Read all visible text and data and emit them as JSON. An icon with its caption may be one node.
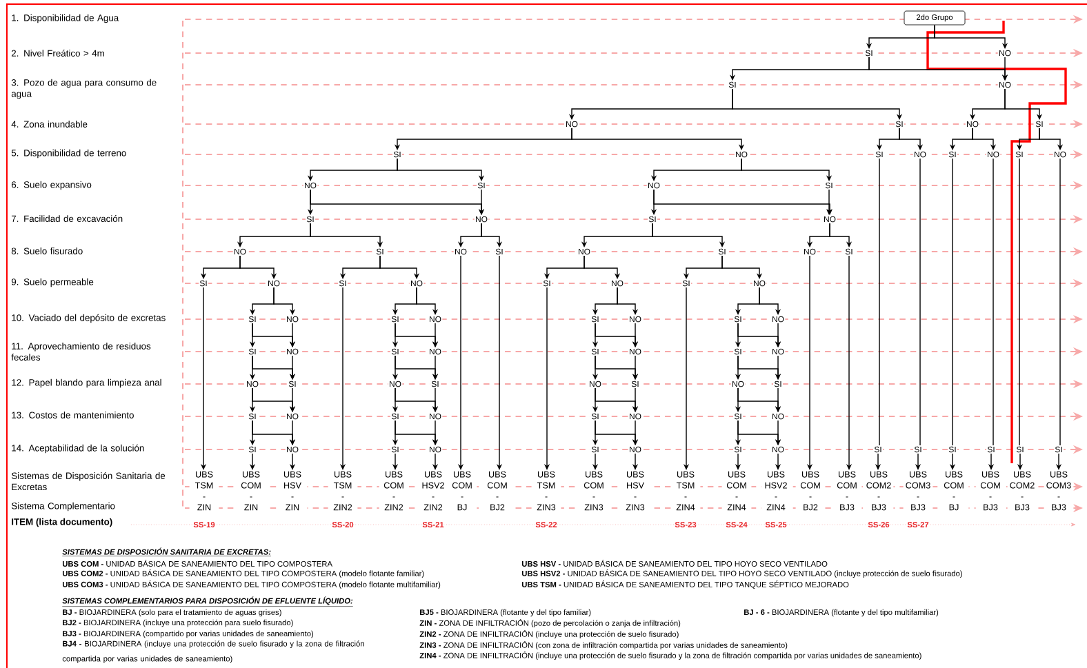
{
  "diagram": {
    "nodes": [
      {
        "text": [
          "2do Grupo"
        ]
      },
      {
        "text": [
          "SI"
        ]
      },
      {
        "text": [
          "NO"
        ]
      },
      {
        "text": [
          "SI"
        ]
      },
      {
        "text": [
          "NO"
        ]
      },
      {
        "text": [
          "NO"
        ]
      },
      {
        "text": [
          "SI"
        ]
      },
      {
        "text": [
          "NO"
        ]
      },
      {
        "text": [
          "SI"
        ]
      },
      {
        "text": [
          "SI"
        ]
      },
      {
        "text": [
          "NO"
        ]
      },
      {
        "text": [
          "SI"
        ]
      },
      {
        "text": [
          "NO"
        ]
      },
      {
        "text": [
          "SI"
        ]
      },
      {
        "text": [
          "NO"
        ]
      },
      {
        "text": [
          "SI"
        ]
      },
      {
        "text": [
          "NO"
        ]
      },
      {
        "text": [
          "NO"
        ]
      },
      {
        "text": [
          "SI"
        ]
      },
      {
        "text": [
          "NO"
        ]
      },
      {
        "text": [
          "SI"
        ]
      },
      {
        "text": [
          "SI"
        ]
      },
      {
        "text": [
          "NO"
        ]
      },
      {
        "text": [
          "SI"
        ]
      },
      {
        "text": [
          "NO"
        ]
      },
      {
        "text": [
          "NO"
        ]
      },
      {
        "text": [
          "SI"
        ]
      },
      {
        "text": [
          "NO"
        ]
      },
      {
        "text": [
          "SI"
        ]
      },
      {
        "text": [
          "NO"
        ]
      },
      {
        "text": [
          "SI"
        ]
      },
      {
        "text": [
          "NO"
        ]
      },
      {
        "text": [
          "SI"
        ]
      },
      {
        "text": [
          "SI"
        ]
      },
      {
        "text": [
          "NO"
        ]
      },
      {
        "text": [
          "SI"
        ]
      },
      {
        "text": [
          "NO"
        ]
      },
      {
        "text": [
          "SI"
        ]
      },
      {
        "text": [
          "NO"
        ]
      },
      {
        "text": [
          "SI"
        ]
      },
      {
        "text": [
          "NO"
        ]
      },
      {
        "text": [
          "SI"
        ]
      },
      {
        "text": [
          "NO"
        ]
      },
      {
        "text": [
          "SI"
        ]
      },
      {
        "text": [
          "NO"
        ]
      },
      {
        "text": [
          "SI"
        ]
      },
      {
        "text": [
          "NO"
        ]
      },
      {
        "text": [
          "SI"
        ]
      },
      {
        "text": [
          "NO"
        ]
      },
      {
        "text": [
          "SI"
        ]
      },
      {
        "text": [
          "NO"
        ]
      },
      {
        "text": [
          "SI"
        ]
      },
      {
        "text": [
          "NO"
        ]
      },
      {
        "text": [
          "SI"
        ]
      },
      {
        "text": [
          "NO"
        ]
      },
      {
        "text": [
          "SI"
        ]
      },
      {
        "text": [
          "NO"
        ]
      },
      {
        "text": [
          "NO"
        ]
      },
      {
        "text": [
          "SI"
        ]
      },
      {
        "text": [
          "NO"
        ]
      },
      {
        "text": [
          "SI"
        ]
      },
      {
        "text": [
          "NO"
        ]
      },
      {
        "text": [
          "SI"
        ]
      },
      {
        "text": [
          "NO"
        ]
      },
      {
        "text": [
          "SI"
        ]
      },
      {
        "text": [
          "SI"
        ]
      },
      {
        "text": [
          "NO"
        ]
      },
      {
        "text": [
          "SI"
        ]
      },
      {
        "text": [
          "NO"
        ]
      },
      {
        "text": [
          "SI"
        ]
      },
      {
        "text": [
          "NO"
        ]
      },
      {
        "text": [
          "SI"
        ]
      },
      {
        "text": [
          "NO"
        ]
      },
      {
        "text": [
          "SI"
        ]
      },
      {
        "text": [
          "NO"
        ]
      },
      {
        "text": [
          "SI"
        ]
      },
      {
        "text": [
          "NO"
        ]
      },
      {
        "text": [
          "SI"
        ]
      },
      {
        "text": [
          "NO"
        ]
      },
      {
        "text": [
          "SI"
        ]
      },
      {
        "text": [
          "NO"
        ]
      },
      {
        "text": [
          "SI"
        ]
      },
      {
        "text": [
          "SI"
        ]
      },
      {
        "text": [
          "SI"
        ]
      },
      {
        "text": [
          "SI"
        ]
      },
      {
        "text": [
          "SI"
        ]
      },
      {
        "text": [
          "SI"
        ]
      },
      {
        "text": [
          "UBS TSM",
          "-",
          "ZIN"
        ],
        "beside": [
          "SS-19"
        ]
      },
      {
        "text": [
          "UBS COM",
          "-",
          "ZIN"
        ]
      },
      {
        "text": [
          "UBS HSV",
          "-",
          "ZIN"
        ]
      },
      {
        "text": [
          "UBS TSM",
          "-",
          "ZIN2"
        ],
        "beside": [
          "SS-20"
        ]
      },
      {
        "text": [
          "UBS COM",
          "-",
          "ZIN2"
        ]
      },
      {
        "text": [
          "UBS HSV2",
          "-",
          "ZIN2"
        ],
        "beside": [
          "SS-21"
        ]
      },
      {
        "text": [
          "UBS COM",
          "-",
          "BJ"
        ]
      },
      {
        "text": [
          "UBS COM",
          "-",
          "BJ2"
        ]
      },
      {
        "text": [
          "UBS TSM",
          "-",
          "ZIN3"
        ],
        "beside": [
          "SS-22"
        ]
      },
      {
        "text": [
          "UBS COM",
          "-",
          "ZIN3"
        ]
      },
      {
        "text": [
          "UBS HSV",
          "-",
          "ZIN3"
        ]
      },
      {
        "text": [
          "UBS TSM",
          "-",
          "ZIN4"
        ],
        "beside": [
          "SS-23"
        ]
      },
      {
        "text": [
          "UBS COM",
          "-",
          "ZIN4"
        ],
        "beside": [
          "SS-24"
        ]
      },
      {
        "text": [
          "UBS HSV2",
          "-",
          "ZIN4"
        ],
        "beside": [
          "SS-25"
        ]
      },
      {
        "text": [
          "UBS COM",
          "-",
          "BJ2"
        ]
      },
      {
        "text": [
          "UBS COM",
          "-",
          "BJ3"
        ]
      },
      {
        "text": [
          "UBS COM2",
          "-",
          "BJ3"
        ],
        "beside": [
          "SS-26"
        ]
      },
      {
        "text": [
          "UBS COM3",
          "-",
          "BJ3"
        ],
        "beside": [
          "SS-27"
        ]
      },
      {
        "text": [
          "UBS COM",
          "-",
          "BJ"
        ]
      },
      {
        "text": [
          "UBS COM",
          "-",
          "BJ3"
        ]
      },
      {
        "text": [
          "UBS COM2",
          "-",
          "BJ3"
        ]
      },
      {
        "text": [
          "UBS COM3",
          "-",
          "BJ3"
        ]
      }
    ],
    "edges": [
      {
        "from": 0,
        "to": 1,
        "arrow": "to"
      },
      {
        "from": 0,
        "to": 2,
        "arrow": "to"
      },
      {
        "from": 1,
        "to": 3,
        "arrow": "to"
      },
      {
        "from": 1,
        "to": 4,
        "arrow": "to"
      },
      {
        "from": 2,
        "to": 4,
        "arrow": "to"
      },
      {
        "from": 3,
        "to": 5,
        "arrow": "to"
      },
      {
        "from": 3,
        "to": 6,
        "arrow": "to"
      },
      {
        "from": 4,
        "to": 7,
        "arrow": "to"
      },
      {
        "from": 4,
        "to": 8,
        "arrow": "to"
      },
      {
        "from": 5,
        "to": 9,
        "arrow": "to"
      },
      {
        "from": 5,
        "to": 10,
        "arrow": "to"
      },
      {
        "from": 6,
        "to": 11,
        "arrow": "to"
      },
      {
        "from": 6,
        "to": 12,
        "arrow": "to"
      },
      {
        "from": 7,
        "to": 13,
        "arrow": "to"
      },
      {
        "from": 7,
        "to": 14,
        "arrow": "to"
      },
      {
        "from": 8,
        "to": 15,
        "arrow": "to"
      },
      {
        "from": 8,
        "to": 16,
        "arrow": "to"
      },
      {
        "from": 9,
        "to": 17,
        "arrow": "to"
      },
      {
        "from": 9,
        "to": 18,
        "arrow": "to"
      },
      {
        "from": 10,
        "to": 19,
        "arrow": "to"
      },
      {
        "from": 10,
        "to": 20,
        "arrow": "to"
      },
      {
        "from": 17,
        "to": 21,
        "arrow": "to"
      },
      {
        "from": 17,
        "to": 22,
        "arrow": "to"
      },
      {
        "from": 18,
        "to": 22,
        "arrow": "to"
      },
      {
        "from": 19,
        "to": 23,
        "arrow": "to"
      },
      {
        "from": 19,
        "to": 24,
        "arrow": "to"
      },
      {
        "from": 20,
        "to": 24,
        "arrow": "to"
      },
      {
        "from": 21,
        "to": 25,
        "arrow": "to"
      },
      {
        "from": 21,
        "to": 26,
        "arrow": "to"
      },
      {
        "from": 22,
        "to": 27,
        "arrow": "to"
      },
      {
        "from": 22,
        "to": 28,
        "arrow": "to"
      },
      {
        "from": 23,
        "to": 29,
        "arrow": "to"
      },
      {
        "from": 23,
        "to": 30,
        "arrow": "to"
      },
      {
        "from": 24,
        "to": 31,
        "arrow": "to"
      },
      {
        "from": 24,
        "to": 32,
        "arrow": "to"
      },
      {
        "from": 25,
        "to": 33,
        "arrow": "to"
      },
      {
        "from": 25,
        "to": 34,
        "arrow": "to"
      },
      {
        "from": 26,
        "to": 35,
        "arrow": "to"
      },
      {
        "from": 26,
        "to": 36,
        "arrow": "to"
      },
      {
        "from": 29,
        "to": 37,
        "arrow": "to"
      },
      {
        "from": 29,
        "to": 38,
        "arrow": "to"
      },
      {
        "from": 30,
        "to": 39,
        "arrow": "to"
      },
      {
        "from": 30,
        "to": 40,
        "arrow": "to"
      },
      {
        "from": 34,
        "to": 41,
        "arrow": "to"
      },
      {
        "from": 34,
        "to": 42,
        "arrow": "to"
      },
      {
        "from": 36,
        "to": 43,
        "arrow": "to"
      },
      {
        "from": 36,
        "to": 44,
        "arrow": "to"
      },
      {
        "from": 38,
        "to": 45,
        "arrow": "to"
      },
      {
        "from": 38,
        "to": 46,
        "arrow": "to"
      },
      {
        "from": 40,
        "to": 47,
        "arrow": "to"
      },
      {
        "from": 40,
        "to": 48,
        "arrow": "to"
      },
      {
        "from": 41,
        "to": 49,
        "arrow": "to"
      },
      {
        "from": 41,
        "to": 50,
        "arrow": "to"
      },
      {
        "from": 42,
        "to": 50,
        "arrow": "to"
      },
      {
        "from": 49,
        "to": 57,
        "arrow": "to"
      },
      {
        "from": 49,
        "to": 58,
        "arrow": "to"
      },
      {
        "from": 50,
        "to": 58,
        "arrow": "to"
      },
      {
        "from": 57,
        "to": 65,
        "arrow": "to"
      },
      {
        "from": 57,
        "to": 66,
        "arrow": "to"
      },
      {
        "from": 58,
        "to": 66,
        "arrow": "to"
      },
      {
        "from": 65,
        "to": 73,
        "arrow": "to"
      },
      {
        "from": 65,
        "to": 74,
        "arrow": "to"
      },
      {
        "from": 66,
        "to": 74,
        "arrow": "to"
      },
      {
        "from": 43,
        "to": 51,
        "arrow": "to"
      },
      {
        "from": 43,
        "to": 52,
        "arrow": "to"
      },
      {
        "from": 44,
        "to": 52,
        "arrow": "to"
      },
      {
        "from": 51,
        "to": 59,
        "arrow": "to"
      },
      {
        "from": 51,
        "to": 60,
        "arrow": "to"
      },
      {
        "from": 52,
        "to": 60,
        "arrow": "to"
      },
      {
        "from": 59,
        "to": 67,
        "arrow": "to"
      },
      {
        "from": 59,
        "to": 68,
        "arrow": "to"
      },
      {
        "from": 60,
        "to": 68,
        "arrow": "to"
      },
      {
        "from": 67,
        "to": 75,
        "arrow": "to"
      },
      {
        "from": 67,
        "to": 76,
        "arrow": "to"
      },
      {
        "from": 68,
        "to": 76,
        "arrow": "to"
      },
      {
        "from": 45,
        "to": 53,
        "arrow": "to"
      },
      {
        "from": 45,
        "to": 54,
        "arrow": "to"
      },
      {
        "from": 46,
        "to": 54,
        "arrow": "to"
      },
      {
        "from": 53,
        "to": 61,
        "arrow": "to"
      },
      {
        "from": 53,
        "to": 62,
        "arrow": "to"
      },
      {
        "from": 54,
        "to": 62,
        "arrow": "to"
      },
      {
        "from": 61,
        "to": 69,
        "arrow": "to"
      },
      {
        "from": 61,
        "to": 70,
        "arrow": "to"
      },
      {
        "from": 62,
        "to": 70,
        "arrow": "to"
      },
      {
        "from": 69,
        "to": 77,
        "arrow": "to"
      },
      {
        "from": 69,
        "to": 78,
        "arrow": "to"
      },
      {
        "from": 70,
        "to": 78,
        "arrow": "to"
      },
      {
        "from": 47,
        "to": 55,
        "arrow": "to"
      },
      {
        "from": 47,
        "to": 56,
        "arrow": "to"
      },
      {
        "from": 48,
        "to": 56,
        "arrow": "to"
      },
      {
        "from": 55,
        "to": 63,
        "arrow": "to"
      },
      {
        "from": 55,
        "to": 64,
        "arrow": "to"
      },
      {
        "from": 56,
        "to": 64,
        "arrow": "to"
      },
      {
        "from": 63,
        "to": 71,
        "arrow": "to"
      },
      {
        "from": 63,
        "to": 72,
        "arrow": "to"
      },
      {
        "from": 64,
        "to": 72,
        "arrow": "to"
      },
      {
        "from": 71,
        "to": 79,
        "arrow": "to"
      },
      {
        "from": 71,
        "to": 80,
        "arrow": "to"
      },
      {
        "from": 72,
        "to": 80,
        "arrow": "to"
      },
      {
        "from": 11,
        "to": 81,
        "arrow": "none"
      },
      {
        "from": 12,
        "to": 82,
        "arrow": "none"
      },
      {
        "from": 13,
        "to": 83,
        "arrow": "none"
      },
      {
        "from": 14,
        "to": 84,
        "arrow": "none"
      },
      {
        "from": 15,
        "to": 85,
        "arrow": "none"
      },
      {
        "from": 16,
        "to": 86,
        "arrow": "none"
      },
      {
        "from": 33,
        "to": 87,
        "arrow": "to"
      },
      {
        "from": 73,
        "to": 88,
        "arrow": "to"
      },
      {
        "from": 74,
        "to": 89,
        "arrow": "to"
      },
      {
        "from": 35,
        "to": 90,
        "arrow": "to"
      },
      {
        "from": 75,
        "to": 91,
        "arrow": "to"
      },
      {
        "from": 76,
        "to": 92,
        "arrow": "to"
      },
      {
        "from": 27,
        "to": 93,
        "arrow": "to"
      },
      {
        "from": 28,
        "to": 94,
        "arrow": "to"
      },
      {
        "from": 37,
        "to": 95,
        "arrow": "to"
      },
      {
        "from": 77,
        "to": 96,
        "arrow": "to"
      },
      {
        "from": 78,
        "to": 97,
        "arrow": "to"
      },
      {
        "from": 39,
        "to": 98,
        "arrow": "to"
      },
      {
        "from": 79,
        "to": 99,
        "arrow": "to"
      },
      {
        "from": 80,
        "to": 100,
        "arrow": "to"
      },
      {
        "from": 31,
        "to": 101,
        "arrow": "to"
      },
      {
        "from": 32,
        "to": 102,
        "arrow": "to"
      },
      {
        "from": 81,
        "to": 103,
        "arrow": "to"
      },
      {
        "from": 82,
        "to": 104,
        "arrow": "to"
      },
      {
        "from": 83,
        "to": 105,
        "arrow": "to"
      },
      {
        "from": 84,
        "to": 106,
        "arrow": "to"
      },
      {
        "from": 85,
        "to": 107,
        "arrow": "to"
      },
      {
        "from": 86,
        "to": 108,
        "arrow": "to"
      }
    ],
    "labels": [
      "1. Disponibilidad de Agua",
      "2. Nivel Freático > 4m",
      "3. Pozo de agua para consumo de agua",
      "4. Zona inundable",
      "5. Disponibilidad de terreno",
      "6. Suelo expansivo",
      "7. Facilidad de excavación",
      "8. Suelo fisurado",
      "9. Suelo permeable",
      "10. Vaciado del depósito de excretas",
      "11. Aprovechamiento de residuos fecales",
      "12. Papel blando para limpieza anal",
      "13. Costos de mantenimiento",
      "14. Aceptabilidad de la solución",
      "Sistemas de Disposición Sanitaria de Excretas",
      "Sistema Complementario",
      "ITEM (lista documento)",
      "SISTEMAS DE DISPOSICIÓN SANITARIA DE EXCRETAS:",
      "**UBS COM -** UNIDAD BÁSICA DE SANEAMIENTO DEL TIPO COMPOSTERA",
      "**UBS COM2 -** UNIDAD BÁSICA DE SANEAMIENTO DEL TIPO COMPOSTERA (modelo flotante familiar)",
      "**UBS COM3 -** UNIDAD BÁSICA DE SANEAMIENTO DEL TIPO COMPOSTERA (modelo flotante multifamiliar)",
      "**UBS HSV -** UNIDAD BÁSICA DE SANEAMIENTO DEL TIPO HOYO SECO VENTILADO",
      "**UBS HSV2 -** UNIDAD BÁSICA DE SANEAMIENTO DEL TIPO HOYO SECO VENTILADO (incluye protección de suelo fisurado)",
      "**UBS TSM -** UNIDAD BÁSICA DE SANEAMIENTO DEL TIPO TANQUE SÉPTICO MEJORADO",
      "SISTEMAS COMPLEMENTARIOS PARA DISPOSICIÓN DE EFLUENTE LÍQUIDO:",
      "**BJ -** BIOJARDINERA (solo para el tratamiento de aguas grises)",
      "**BJ2 -** BIOJARDINERA (incluye una protección para suelo fisurado)",
      "**BJ3 -** BIOJARDINERA (compartido por varias unidades de saneamiento)",
      "**BJ4 -** BIOJARDINERA (incluye una protección de suelo fisurado y la zona de filtración compartida por varias unidades de saneamiento)",
      "**BJ5 -** BIOJARDINERA (flotante y del tipo familiar)",
      "**ZIN -** ZONA DE INFILTRACIÓN (pozo de percolación o zanja de infiltración)",
      "**ZIN2 -** ZONA DE INFILTRACIÓN (incluye una protección de suelo fisurado)",
      "**ZIN3 -** ZONA DE INFILTRACIÓN (con zona de infiltración compartida por varias unidades de saneamiento)",
      "**ZIN4 -** ZONA DE INFILTRACIÓN (incluye una protección de suelo fisurado y la zona de filtración compartida por varias unidades de saneamiento)",
      "**BJ - 6 -** BIOJARDINERA (flotante y del tipo multifamiliar)"
    ]
  }
}
